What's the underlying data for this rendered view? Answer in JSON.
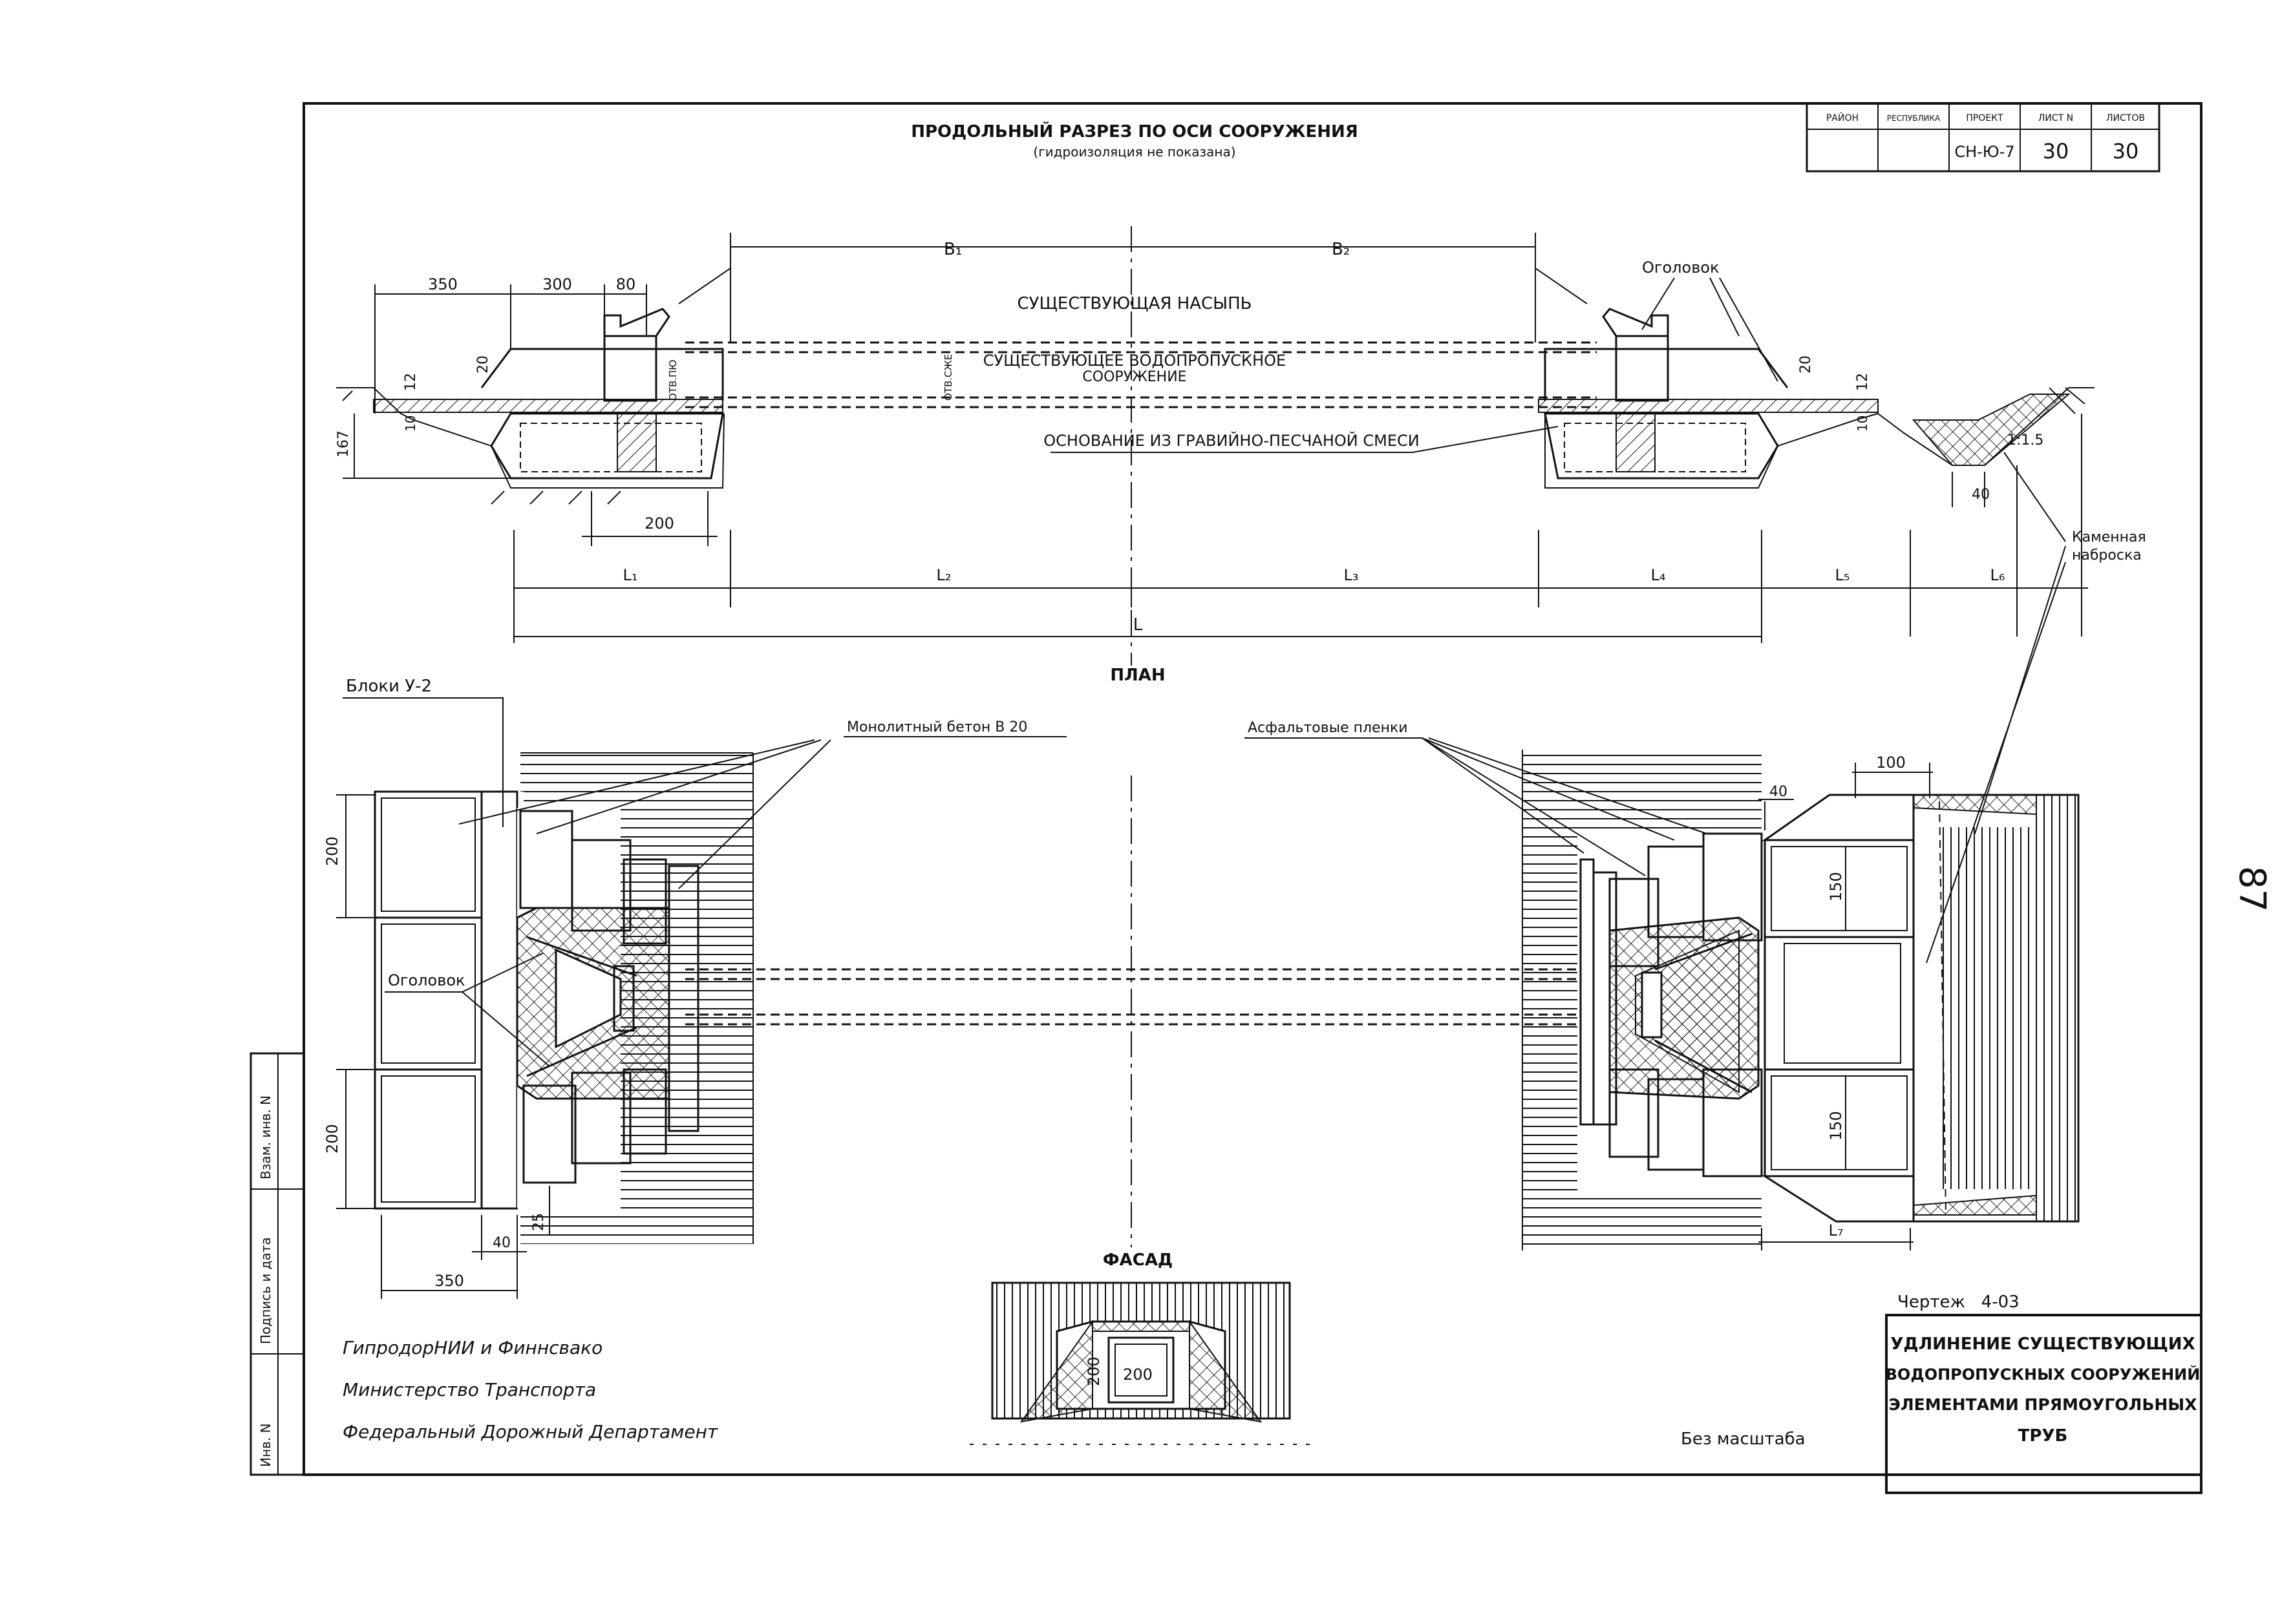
{
  "title_block_top": {
    "headers": [
      "РАЙОН",
      "РЕСПУБЛИКА",
      "ПРОЕКТ",
      "ЛИСТ N",
      "ЛИСТОВ"
    ],
    "values": [
      "",
      "",
      "СН-Ю-7",
      "30",
      "30"
    ]
  },
  "section": {
    "title": "ПРОДОЛЬНЫЙ РАЗРЕЗ ПО ОСИ СООРУЖЕНИЯ",
    "subtitle": "(гидроизоляция не показана)",
    "label_existing_embankment": "СУЩЕСТВУЮЩАЯ НАСЫПЬ",
    "label_existing_culvert_1": "СУЩЕСТВУЮЩЕЕ ВОДОПРОПУСКНОЕ",
    "label_existing_culvert_2": "СООРУЖЕНИЕ",
    "label_base": "ОСНОВАНИЕ ИЗ ГРАВИЙНО-ПЕСЧАНОЙ СМЕСИ",
    "label_headwall": "Оголовок",
    "label_riprap_1": "Каменная",
    "label_riprap_2": "наброска",
    "dims": {
      "d350": "350",
      "d300": "300",
      "d80": "80",
      "d20": "20",
      "d12": "12",
      "d10": "10",
      "d167": "167",
      "d200": "200",
      "d40": "40",
      "slope": "1:1.5",
      "b1": "B₁",
      "b2": "B₂",
      "ot1": "ОТВ.ПЮ",
      "ot2": "ОТВ.СЖЕ"
    },
    "segments": [
      "L₁",
      "L₂",
      "L₃",
      "L₄",
      "L₅",
      "L₆"
    ],
    "total": "L"
  },
  "plan": {
    "title": "ПЛАН",
    "label_blocks": "Блоки У-2",
    "label_concrete": "Монолитный бетон В 20",
    "label_asphalt": "Асфальтовые пленки",
    "label_headwall": "Оголовок",
    "dims": {
      "d200a": "200",
      "d200b": "200",
      "d350": "350",
      "d40": "40",
      "d25": "25",
      "d40r": "40",
      "d100": "100",
      "d150a": "150",
      "d150b": "150",
      "l7": "L₇"
    }
  },
  "facade": {
    "title": "ФАСАД",
    "d200w": "200",
    "d200h": "200"
  },
  "side_stamp": {
    "c1": "Взам. инв. N",
    "c2": "Подпись и дата",
    "c3": "Инв. N"
  },
  "organizations": [
    "ГипродорНИИ и Финнсвако",
    "Министерство Транспорта",
    "Федеральный Дорожный Департамент"
  ],
  "drawing_no": "Чертеж   4-03",
  "scale_note": "Без масштаба",
  "main_title": [
    "УДЛИНЕНИЕ СУЩЕСТВУЮЩИХ",
    "ВОДОПРОПУСКНЫХ СООРУЖЕНИЙ",
    "ЭЛЕМЕНТАМИ ПРЯМОУГОЛЬНЫХ",
    "ТРУБ"
  ],
  "page_number": "87"
}
